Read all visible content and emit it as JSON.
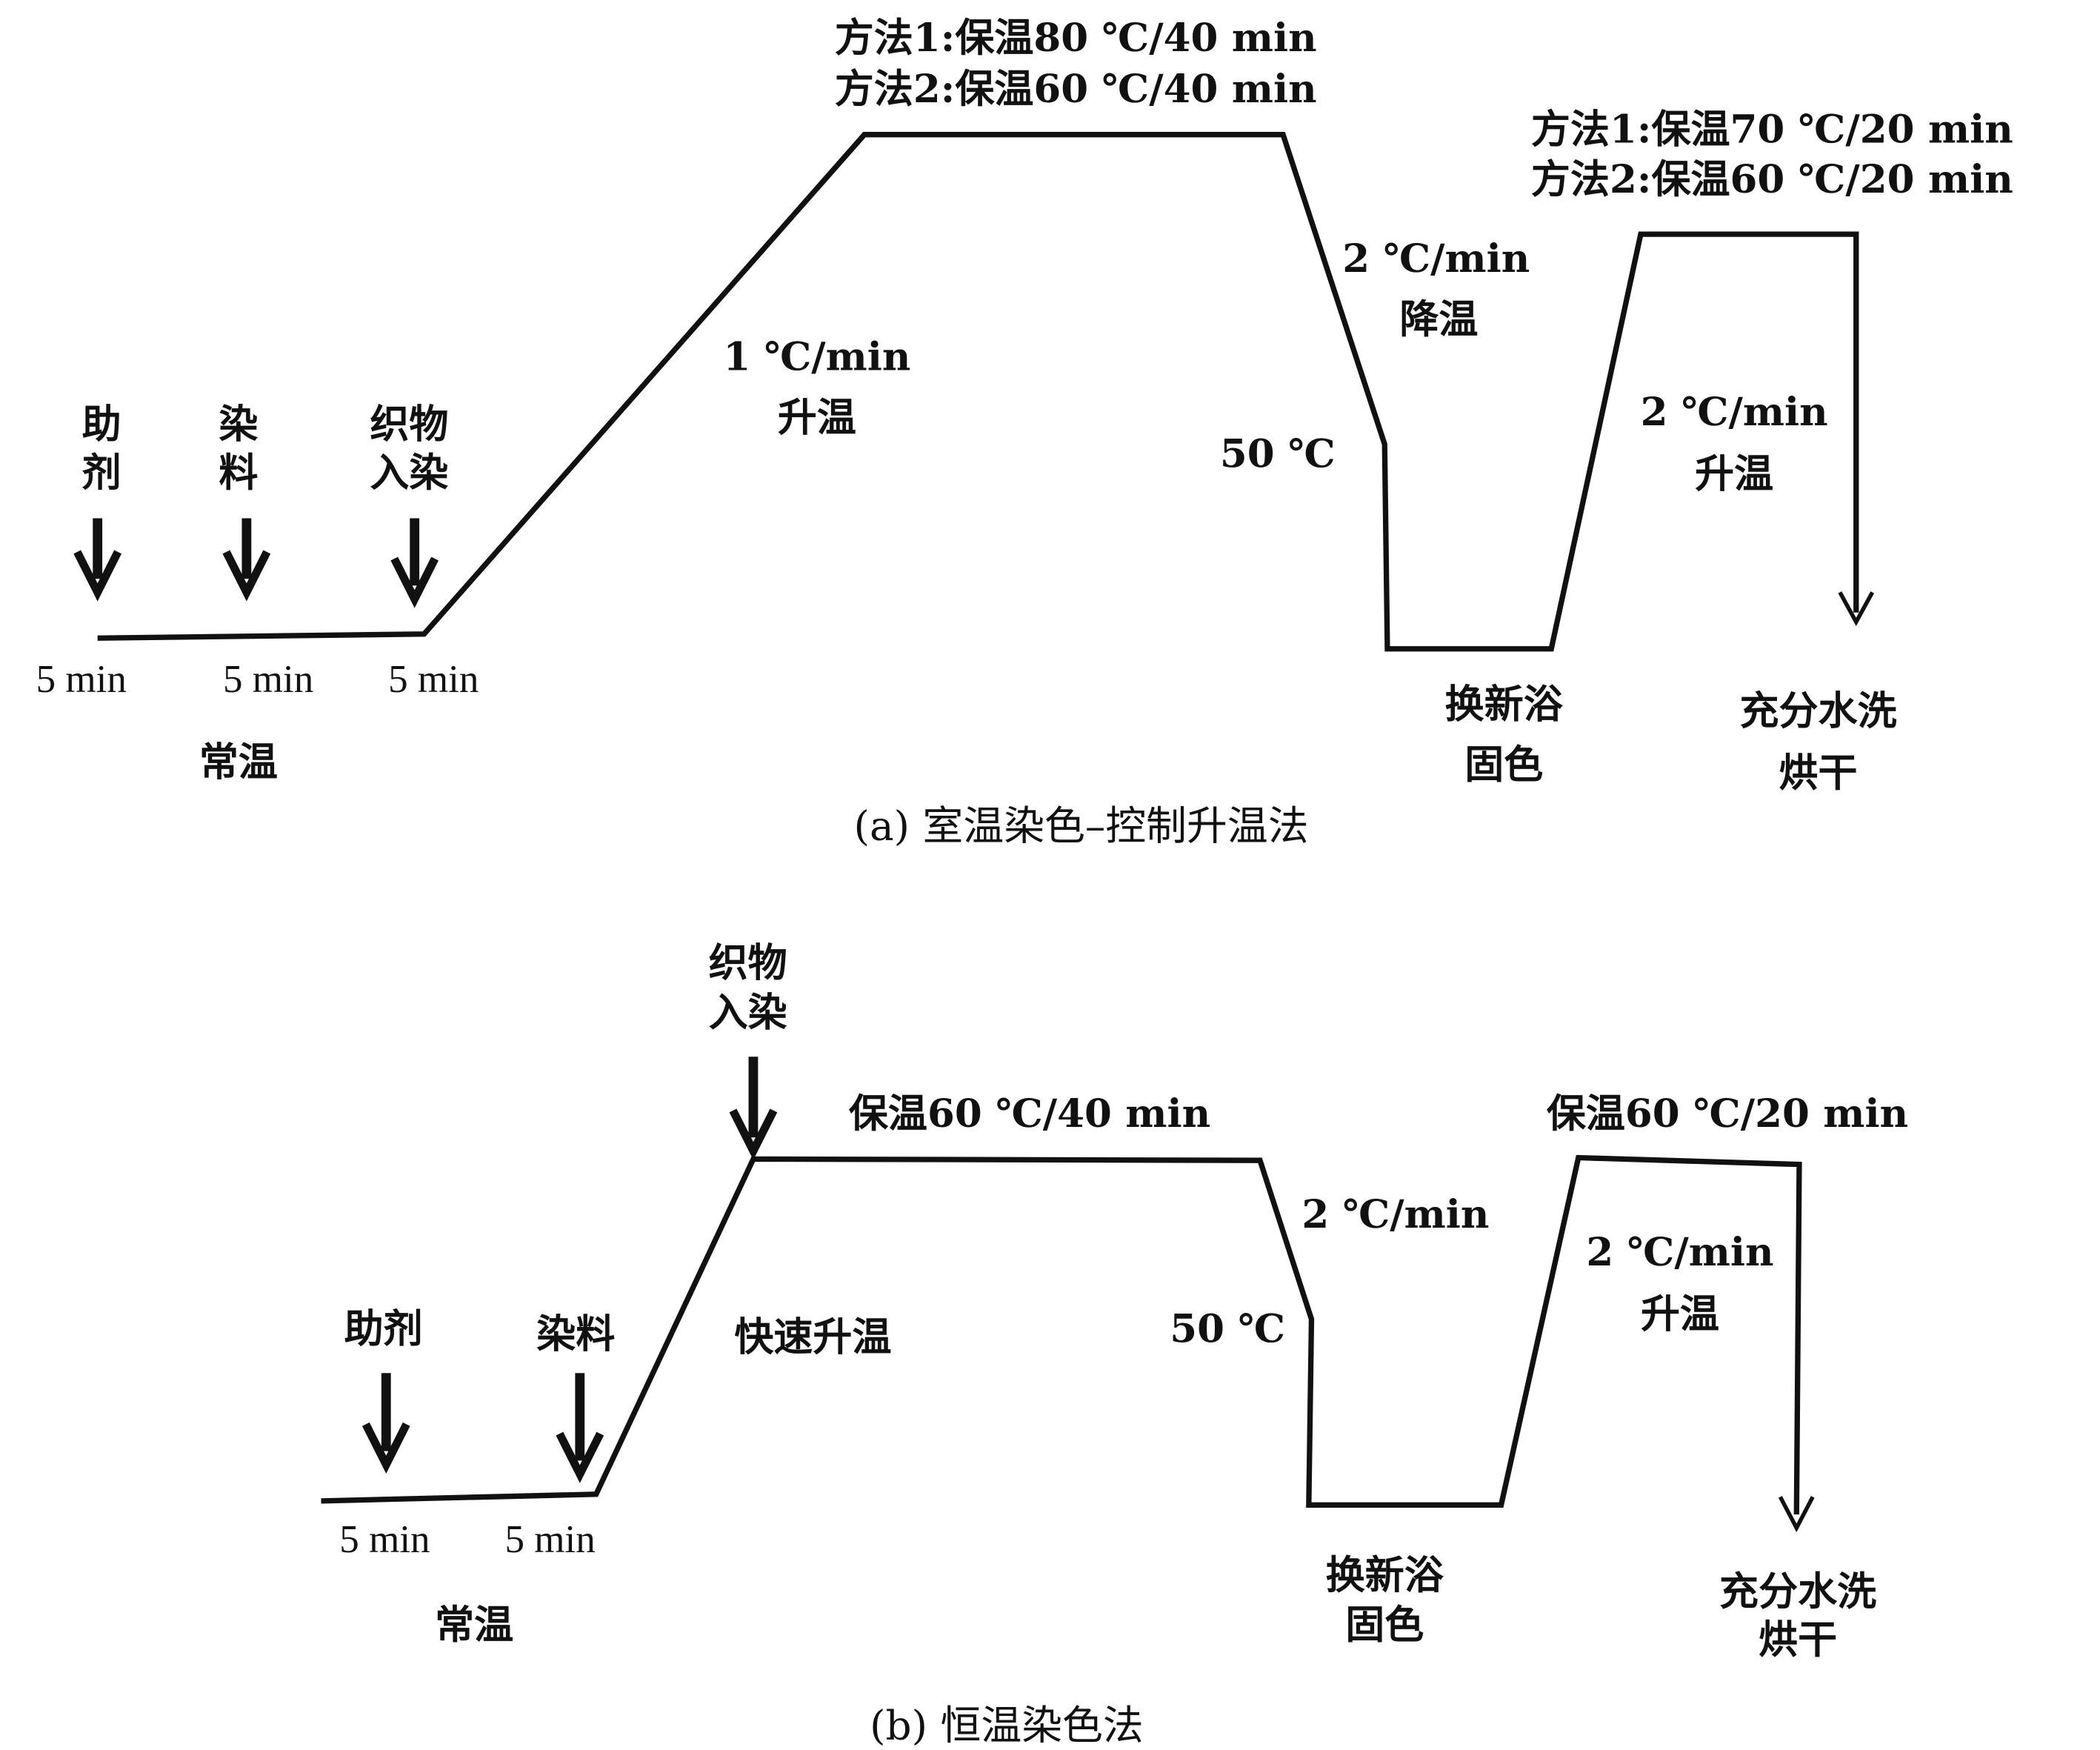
{
  "panel_a": {
    "caption": "(a) 室温染色–控制升温法",
    "add_1": [
      "助",
      "剂"
    ],
    "add_2": [
      "染",
      "料"
    ],
    "add_3": [
      "织物",
      "入染"
    ],
    "times": [
      "5 min",
      "5 min",
      "5 min"
    ],
    "room_temp": "常温",
    "ramp_up": [
      "1 ℃/min",
      "升温"
    ],
    "hold_1": [
      "方法1:保温80 ℃/40 min",
      "方法2:保温60 ℃/40 min"
    ],
    "ramp_down": [
      "2 ℃/min",
      "降温"
    ],
    "temp_50": "50 ℃",
    "new_bath": [
      "换新浴",
      "固色"
    ],
    "ramp_up_2": [
      "2 ℃/min",
      "升温"
    ],
    "hold_2": [
      "方法1:保温70 ℃/20 min",
      "方法2:保温60 ℃/20 min"
    ],
    "wash": [
      "充分水洗",
      "烘干"
    ]
  },
  "panel_b": {
    "caption": "(b) 恒温染色法",
    "add_1": "助剂",
    "add_2": "染料",
    "add_3": [
      "织物",
      "入染"
    ],
    "times": [
      "5 min",
      "5 min"
    ],
    "room_temp": "常温",
    "ramp_up": "快速升温",
    "hold_1": "保温60 ℃/40 min",
    "ramp_down": "2 ℃/min",
    "temp_50": "50 ℃",
    "new_bath": [
      "换新浴",
      "固色"
    ],
    "ramp_up_2": [
      "2 ℃/min",
      "升温"
    ],
    "hold_2": "保温60 ℃/20 min",
    "wash": [
      "充分水洗",
      "烘干"
    ]
  }
}
